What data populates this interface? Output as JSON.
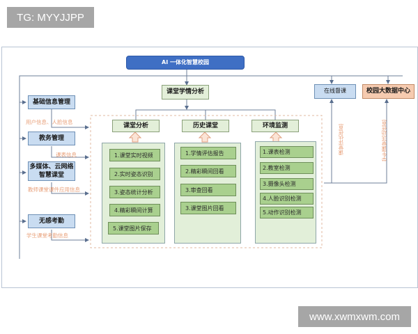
{
  "watermarks": {
    "top_left": "TG: MYYJJPP",
    "bottom_right": "www.xwmxwm.com"
  },
  "diagram": {
    "root": "AI 一体化智慧校园",
    "center": "课堂学情分析",
    "left_modules": [
      {
        "label": "基础信息管理",
        "flow": "用户信息、人脸信息"
      },
      {
        "label": "教务管理",
        "flow": "课表信息"
      },
      {
        "label_line1": "多媒体、云网络",
        "label_line2": "智慧课堂",
        "flow": "教师课堂课件应用信息"
      },
      {
        "label": "无感考勤",
        "flow": "学生课堂考勤信息"
      }
    ],
    "columns": [
      {
        "title": "课堂分析",
        "items": [
          "1.课堂实时视频",
          "2.实时姿态识别",
          "3.姿态统计分析",
          "4.精彩瞬间计算",
          "5.课堂图片保存"
        ]
      },
      {
        "title": "历史课堂",
        "items": [
          "1.学情评估报告",
          "2.精彩瞬间回看",
          "3.审查回看",
          "3.课堂图片回看"
        ]
      },
      {
        "title": "环境监测",
        "items": [
          "1.课表检测",
          "2.教室检测",
          "3.摄像头检测",
          "4.人脸识别检测",
          "5.动作识别检测"
        ]
      }
    ],
    "right_modules": [
      {
        "label": "在线督课",
        "flow": "课堂评估信息"
      },
      {
        "label": "校园大数据中心",
        "flow": "学生课堂活动信息"
      }
    ]
  },
  "colors": {
    "root": "#3f6fc4",
    "module_blue": "#c9dcf1",
    "panel_green": "#e2efd9",
    "item_green": "#a9d08e",
    "data_center": "#f6cbb0",
    "flow_text": "#e8a07a",
    "line": "#6d7f9a"
  }
}
